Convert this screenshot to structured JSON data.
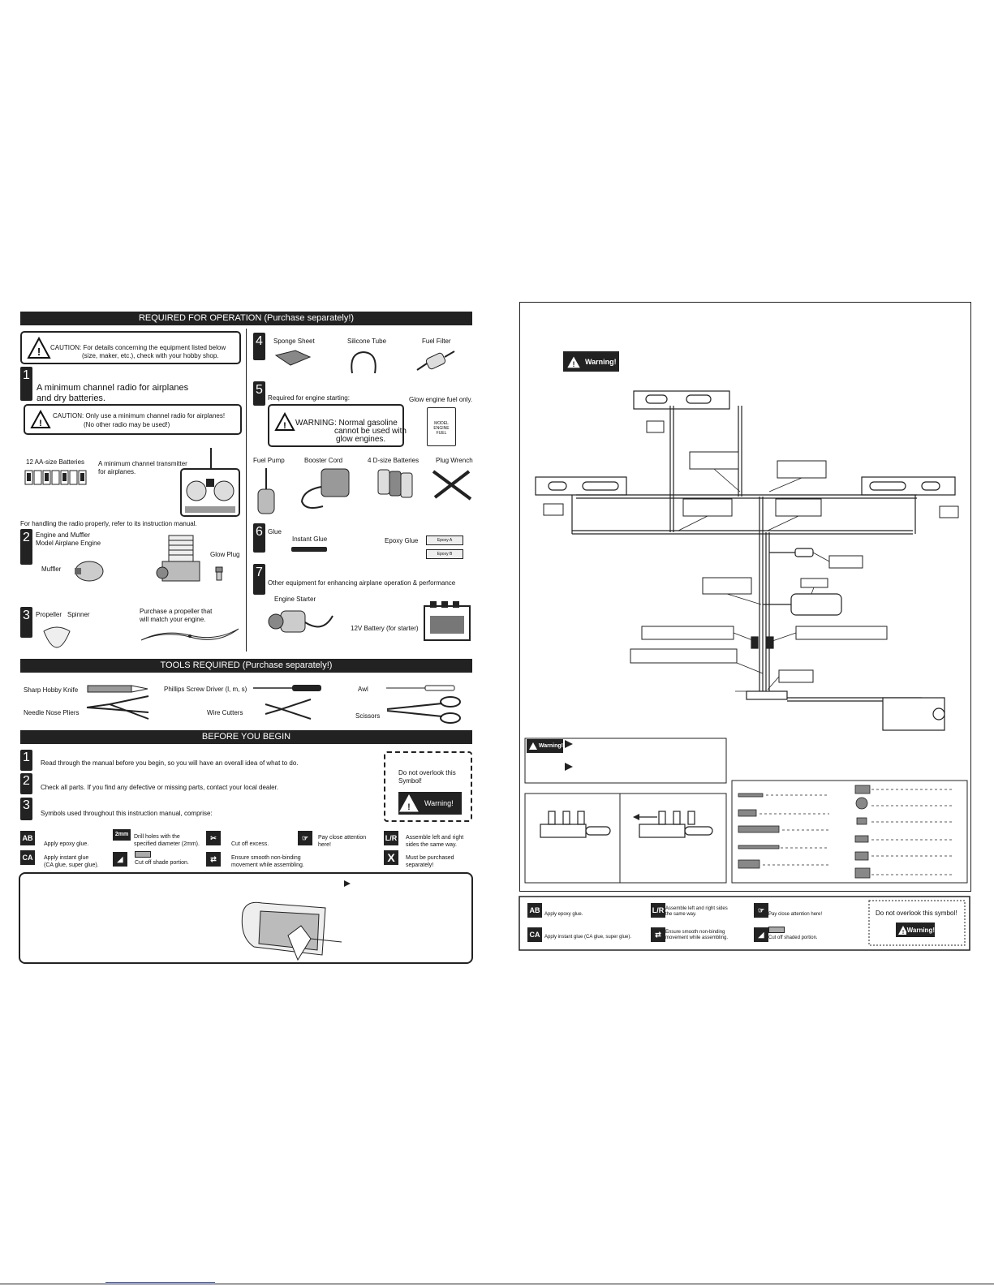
{
  "left_page": {
    "required_header": "REQUIRED FOR OPERATION",
    "required_header_note": "(Purchase separately!)",
    "caution_general": {
      "line1": "CAUTION: For details concerning the equipment listed below",
      "line2": "(size, maker, etc.), check with your hobby shop."
    },
    "item1": {
      "number": "1",
      "line1": "A minimum    channel radio for airplanes",
      "line2": "and dry batteries.",
      "caution_line1": "CAUTION: Only use a minimum    channel radio for airplanes!",
      "caution_line2": "(No other radio may be used!)",
      "batteries_label": "12 AA-size Batteries",
      "transmitter_line1": "A minimum    channel transmitter",
      "transmitter_line2": "for airplanes.",
      "handling_note": "For handling the radio properly, refer to its instruction manual."
    },
    "item2": {
      "number": "2",
      "line1": "Engine and Muffler",
      "line2": "Model Airplane Engine",
      "muffler": "Muffler",
      "glow_plug": "Glow Plug"
    },
    "item3": {
      "number": "3",
      "propeller": "Propeller",
      "spinner": "Spinner",
      "purchase_line1": "Purchase a propeller that",
      "purchase_line2": "will match  your engine."
    },
    "item4": {
      "number": "4",
      "sponge": "Sponge Sheet",
      "silicone": "Silicone Tube",
      "filter": "Fuel Filter"
    },
    "item5": {
      "number": "5",
      "required_start": "Required for engine starting:",
      "glow_fuel": "Glow engine fuel only.",
      "warning_line1": "WARNING: Normal gasoline",
      "warning_line2": "cannot be used with",
      "warning_line3": "glow engines.",
      "can_line1": "MODEL",
      "can_line2": "ENGINE",
      "can_line3": "FUEL",
      "fuel_pump": "Fuel Pump",
      "booster": "Booster Cord",
      "d_batteries": "4 D-size Batteries",
      "plug_wrench": "Plug Wrench"
    },
    "item6": {
      "number": "6",
      "glue": "Glue",
      "instant": "Instant Glue",
      "epoxy": "Epoxy Glue",
      "epoxy_a": "Epoxy A",
      "epoxy_b": "Epoxy B"
    },
    "item7": {
      "number": "7",
      "other": "Other equipment for enhancing airplane operation & performance",
      "starter": "Engine Starter",
      "battery": "12V Battery (for starter)"
    },
    "tools_header": "TOOLS REQUIRED",
    "tools_header_note": "(Purchase separately!)",
    "tools": {
      "knife": "Sharp Hobby Knife",
      "screwdriver": "Phillips Screw Driver (l, m, s)",
      "awl": "Awl",
      "pliers": "Needle Nose Pliers",
      "cutters": "Wire Cutters",
      "scissors": "Scissors"
    },
    "before_header": "BEFORE YOU BEGIN",
    "steps": {
      "s1_num": "1",
      "s1": "Read through the manual before you begin, so you will have an overall idea of what to do.",
      "s2_num": "2",
      "s2": "Check all parts. If you find any defective or missing parts, contact your local dealer.",
      "s3_num": "3",
      "s3": "Symbols used throughout this instruction manual, comprise:"
    },
    "overlook": {
      "line1": "Do not overlook this",
      "line2": "Symbol!",
      "warning": "Warning!"
    },
    "symbols": {
      "epoxy": "Apply epoxy glue.",
      "drill_line1": "Drill holes with the",
      "drill_line2": "specified diameter (2mm).",
      "drill_mark": "2mm",
      "cut_excess": "Cut off excess.",
      "attention_line1": "Pay close attention",
      "attention_line2": "here!",
      "lr_line1": "Assemble left and right",
      "lr_line2": "sides the same way.",
      "instant_line1": "Apply instant glue",
      "instant_line2": "(CA glue, super glue).",
      "shade": "Cut off shade portion.",
      "smooth_line1": "Ensure smooth non-binding",
      "smooth_line2": "movement while assembling.",
      "purchase_line1": "Must be purchased",
      "purchase_line2": "separately!",
      "ca_mark": "CA",
      "x_mark": "X"
    }
  },
  "right_page": {
    "warning_badge": "Warning!",
    "bottom_warning_badge": "Warning!",
    "legend": {
      "epoxy": "Apply epoxy glue.",
      "lr_line1": "Assemble left and right sides",
      "lr_line2": "the same way.",
      "attention": "Pay close attention here!",
      "overlook": "Do not overlook this symbol!",
      "instant": "Apply instant glue (CA glue, super glue).",
      "smooth_line1": "Ensure smooth non-binding",
      "smooth_line2": "movement while assembling.",
      "shade": "Cut off shaded portion.",
      "warning": "Warning!"
    }
  }
}
